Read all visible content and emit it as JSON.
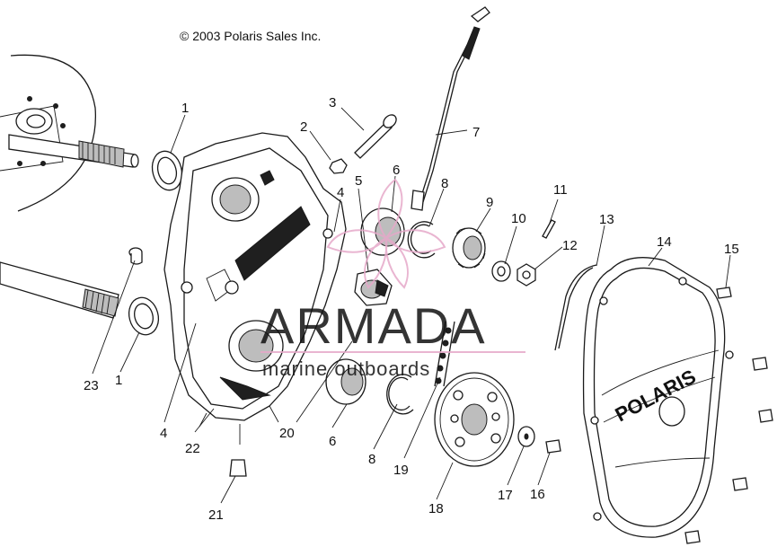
{
  "copyright": "© 2003 Polaris Sales Inc.",
  "watermark": {
    "brand": "ARMADA",
    "tagline": "marine outboards",
    "accent_color": "#e6a9c9"
  },
  "cover_logo": "POLARIS",
  "callouts": [
    "1",
    "2",
    "3",
    "4",
    "5",
    "6",
    "7",
    "8",
    "9",
    "10",
    "11",
    "12",
    "13",
    "14",
    "15",
    "23",
    "1",
    "4",
    "22",
    "21",
    "20",
    "6",
    "8",
    "19",
    "18",
    "17",
    "16"
  ]
}
